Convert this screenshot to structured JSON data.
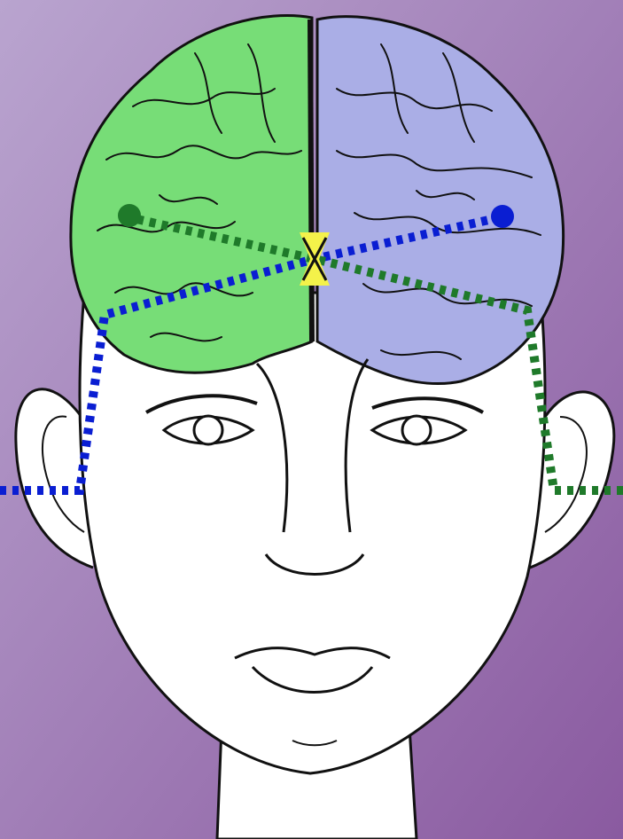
{
  "colors": {
    "background_top_left": "#b9a4cf",
    "background_bottom_right": "#8a5aa0",
    "left_hemisphere": "#77dd77",
    "right_hemisphere": "#aaaee6",
    "skin": "#ffffff",
    "outline": "#111111",
    "blue_path": "#0a1ed2",
    "green_path": "#1f7a2a",
    "crossing_marker": "#f4f24a"
  },
  "icons": {
    "left_ear_input": "blue-dotted-path",
    "right_ear_input": "green-dotted-path",
    "crossing": "yellow-x-marker"
  }
}
